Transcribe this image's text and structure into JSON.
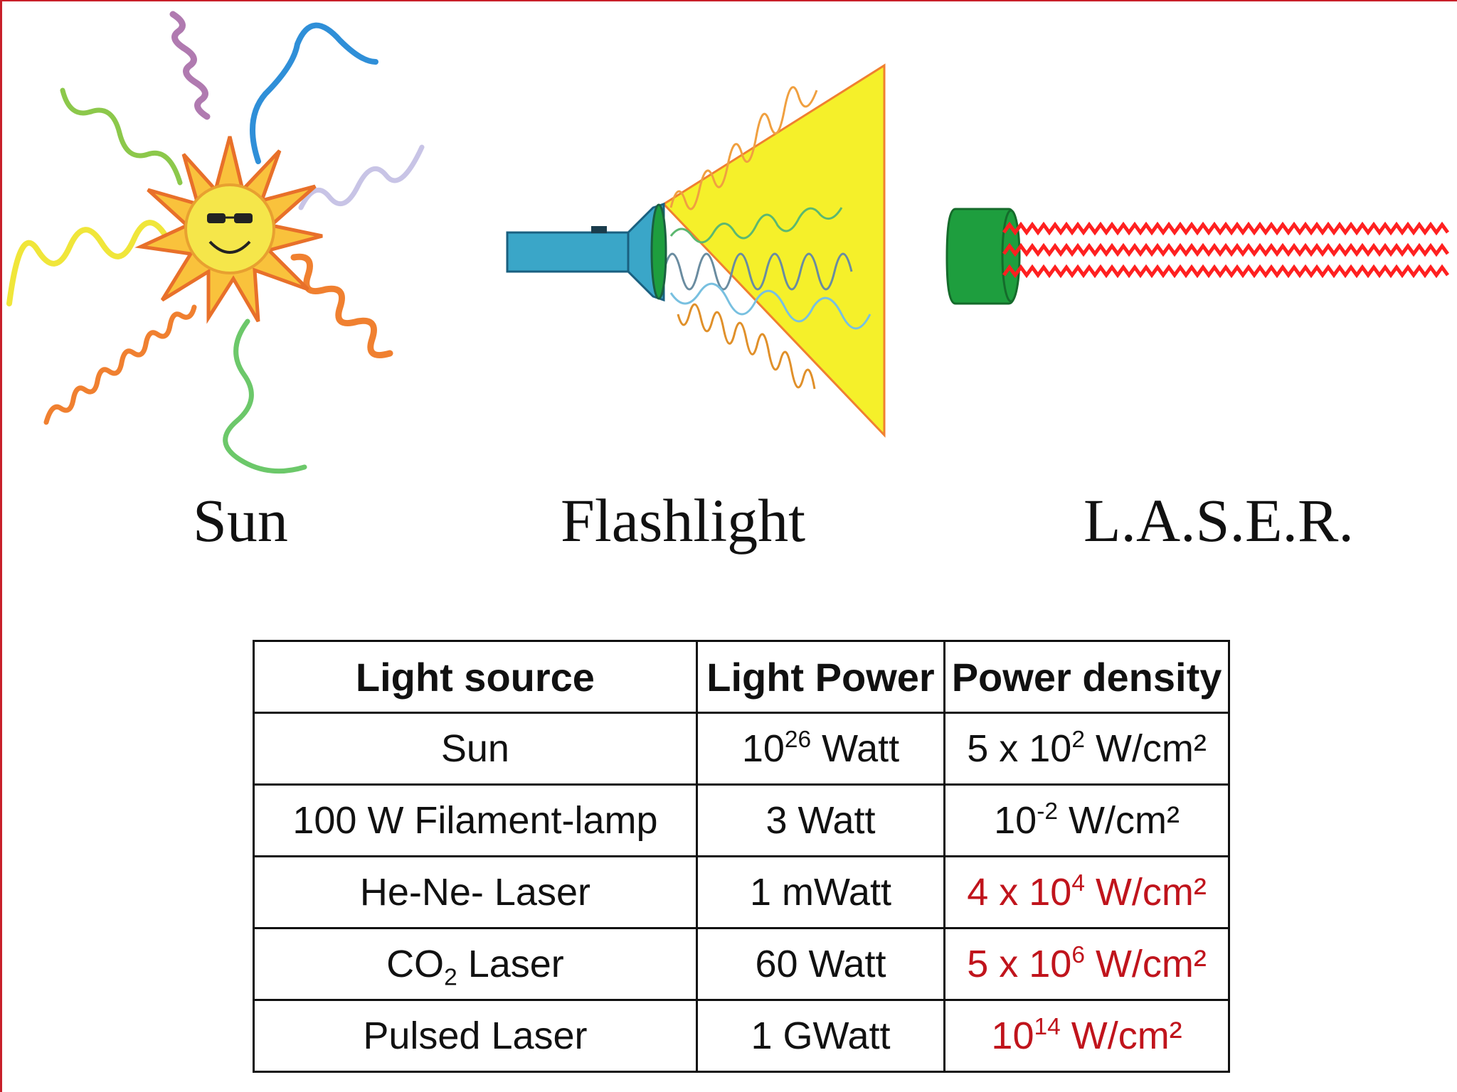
{
  "captions": {
    "sun": "Sun",
    "flashlight": "Flashlight",
    "laser": "L.A.S.E.R."
  },
  "colors": {
    "accent_red": "#c0141c",
    "flashlight_beam": "#f5f02a",
    "flashlight_body": "#3aa6c8",
    "laser_body": "#1e9e3e",
    "laser_beam": "#ff2020"
  },
  "table": {
    "headers": [
      "Light source",
      "Light Power",
      "Power density"
    ],
    "rows": [
      {
        "source": "Sun",
        "power": {
          "base": "10",
          "exp": "26",
          "unit": " Watt"
        },
        "density": {
          "prefix": "5 x 10",
          "exp": "2",
          "unit": " W/cm²"
        },
        "highlight": false
      },
      {
        "source": "100 W Filament-lamp",
        "power": {
          "text": "3 Watt"
        },
        "density": {
          "prefix": "10",
          "exp": "-2",
          "unit": " W/cm²"
        },
        "highlight": false
      },
      {
        "source": "He-Ne- Laser",
        "power": {
          "text": "1 mWatt"
        },
        "density": {
          "prefix": "4 x 10",
          "exp": "4",
          "unit": " W/cm²"
        },
        "highlight": true
      },
      {
        "source_main": "CO",
        "source_sub": "2",
        "source_rest": " Laser",
        "power": {
          "text": "60 Watt"
        },
        "density": {
          "prefix": "5 x 10",
          "exp": "6",
          "unit": " W/cm²"
        },
        "highlight": true
      },
      {
        "source": "Pulsed Laser",
        "power": {
          "text": "1 GWatt"
        },
        "density": {
          "prefix": "10",
          "exp": "14",
          "unit": " W/cm²"
        },
        "highlight": true
      }
    ]
  }
}
